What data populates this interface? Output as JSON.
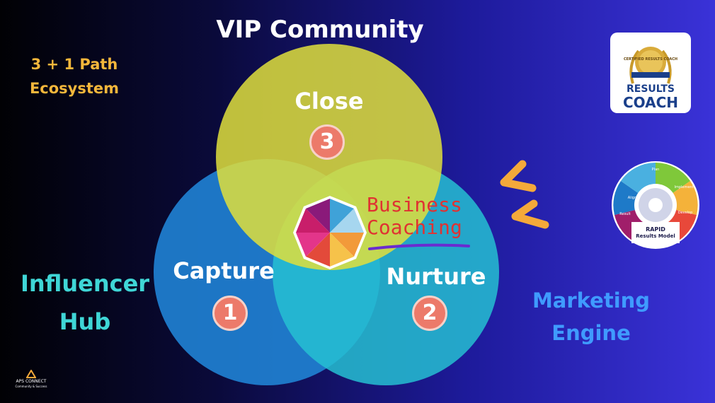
{
  "title": "VIP Community",
  "ecosystem": {
    "line1": "3 + 1 Path",
    "line2": "Ecosystem"
  },
  "influencer": {
    "line1": "Influencer",
    "line2": "Hub"
  },
  "marketing": {
    "line1": "Marketing",
    "line2": "Engine"
  },
  "circles": [
    {
      "label": "Close",
      "number": "3",
      "color": "#dede3c"
    },
    {
      "label": "Capture",
      "number": "1",
      "color": "#1f7fd0"
    },
    {
      "label": "Nurture",
      "number": "2",
      "color": "#26c0d2"
    }
  ],
  "center": {
    "line1": "Business",
    "line2": "Coaching"
  },
  "badge": {
    "top_text": "CERTIFIED RESULTS COACH",
    "line1": "RESULTS",
    "line2": "COACH"
  },
  "rapid": {
    "title": "RAPID",
    "subtitle": "Results Model",
    "segments": [
      "Plan",
      "Implement",
      "Develop",
      "Result",
      "Align"
    ]
  },
  "logo": {
    "name": "APS CONNECT",
    "tagline": "Community & Success"
  },
  "colors": {
    "accent_orange": "#f4a93a",
    "arrow": "#f4a93a",
    "title": "#ffffff"
  }
}
